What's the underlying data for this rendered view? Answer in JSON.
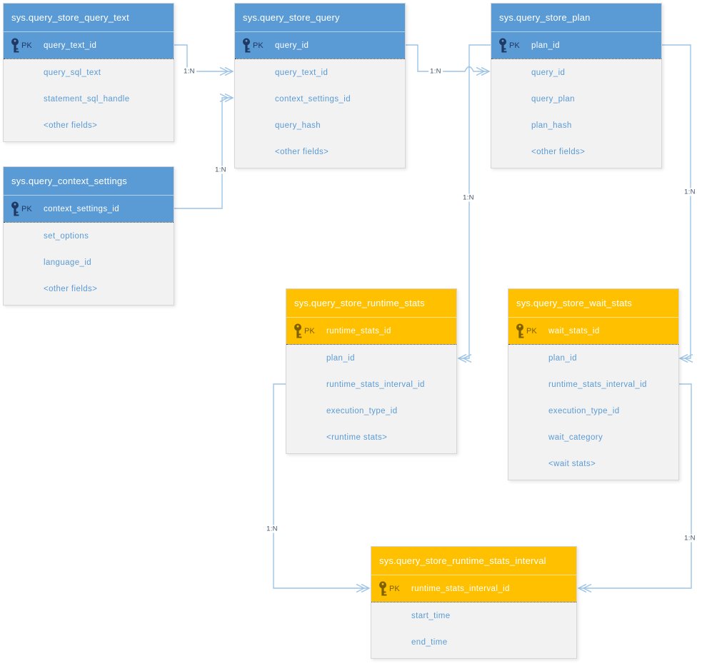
{
  "colors": {
    "blue_header": "#5B9BD5",
    "blue_dark": "#1F3864",
    "orange_header": "#FFC000",
    "orange_dark": "#7F6000",
    "body_bg": "#F2F2F2",
    "table_border": "#D6D6D6",
    "field_text": "#5B9BD5",
    "title_text": "#FFFFFF",
    "line": "#9DC3E6",
    "label_text": "#44546A"
  },
  "tables": [
    {
      "title": "sys.query_store_query_text",
      "theme": "blue",
      "pk_label": "PK",
      "pk_field": "query_text_id",
      "fields": [
        "query_sql_text",
        "statement_sql_handle",
        "<other fields>"
      ]
    },
    {
      "title": "sys.query_store_query",
      "theme": "blue",
      "pk_label": "PK",
      "pk_field": "query_id",
      "fields": [
        "query_text_id",
        "context_settings_id",
        "query_hash",
        "<other fields>"
      ]
    },
    {
      "title": "sys.query_store_plan",
      "theme": "blue",
      "pk_label": "PK",
      "pk_field": "plan_id",
      "fields": [
        "query_id",
        "query_plan",
        "plan_hash",
        "<other fields>"
      ]
    },
    {
      "title": "sys.query_context_settings",
      "theme": "blue",
      "pk_label": "PK",
      "pk_field": "context_settings_id",
      "fields": [
        "set_options",
        "language_id",
        "<other fields>"
      ]
    },
    {
      "title": "sys.query_store_runtime_stats",
      "theme": "orange",
      "pk_label": "PK",
      "pk_field": "runtime_stats_id",
      "fields": [
        "plan_id",
        "runtime_stats_interval_id",
        "execution_type_id",
        "<runtime stats>"
      ]
    },
    {
      "title": "sys.query_store_wait_stats",
      "theme": "orange",
      "pk_label": "PK",
      "pk_field": "wait_stats_id",
      "fields": [
        "plan_id",
        "runtime_stats_interval_id",
        "execution_type_id",
        "wait_category",
        "<wait stats>"
      ]
    },
    {
      "title": "sys.query_store_runtime_stats_interval",
      "theme": "orange",
      "pk_label": "PK",
      "pk_field": "runtime_stats_interval_id",
      "fields": [
        "start_time",
        "end_time"
      ]
    }
  ],
  "relationships": [
    {
      "label": "1:N",
      "from": "sys.query_store_query_text.query_text_id",
      "to": "sys.query_store_query.query_text_id"
    },
    {
      "label": "1:N",
      "from": "sys.query_context_settings.context_settings_id",
      "to": "sys.query_store_query.context_settings_id"
    },
    {
      "label": "1:N",
      "from": "sys.query_store_query.query_id",
      "to": "sys.query_store_plan.query_id"
    },
    {
      "label": "1:N",
      "from": "sys.query_store_plan.plan_id",
      "to": "sys.query_store_runtime_stats.plan_id"
    },
    {
      "label": "1:N",
      "from": "sys.query_store_plan.plan_id",
      "to": "sys.query_store_wait_stats.plan_id"
    },
    {
      "label": "1:N",
      "from": "sys.query_store_runtime_stats.runtime_stats_interval_id",
      "to": "sys.query_store_runtime_stats_interval.runtime_stats_interval_id"
    },
    {
      "label": "1:N",
      "from": "sys.query_store_wait_stats.runtime_stats_interval_id",
      "to": "sys.query_store_runtime_stats_interval.runtime_stats_interval_id"
    }
  ]
}
